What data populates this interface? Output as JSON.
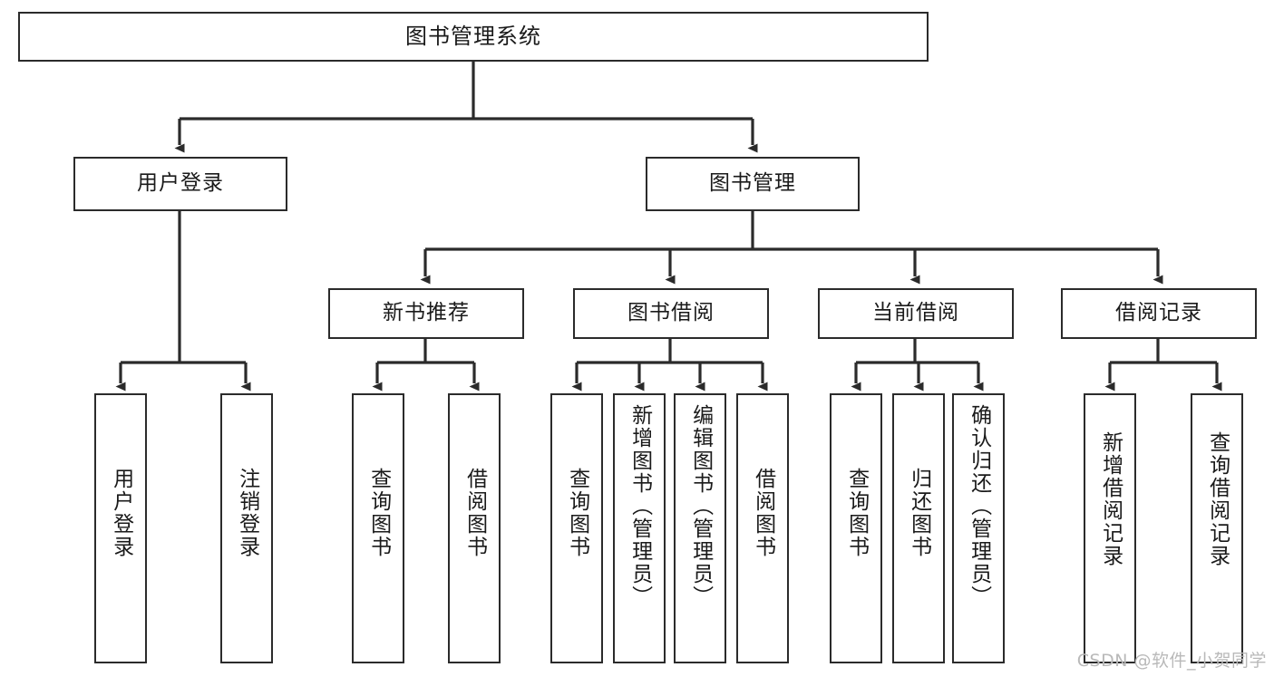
{
  "diagram": {
    "type": "tree-hierarchy-flowchart",
    "title": "图书管理系统",
    "colors": {
      "box_border": "#2b2b2b",
      "box_fill": "#ffffff",
      "connector": "#2b2b2b",
      "text": "#1a1a1a",
      "watermark": "#b9b9b9",
      "background": "#ffffff"
    },
    "levels": {
      "level1": [
        {
          "id": "root",
          "label": "图书管理系统",
          "orientation": "horizontal"
        }
      ],
      "level2": [
        {
          "id": "user-login",
          "label": "用户登录",
          "orientation": "horizontal",
          "parent": "root"
        },
        {
          "id": "book-manage",
          "label": "图书管理",
          "orientation": "horizontal",
          "parent": "root"
        }
      ],
      "level3": [
        {
          "id": "new-book-rec",
          "label": "新书推荐",
          "orientation": "horizontal",
          "parent": "book-manage"
        },
        {
          "id": "book-borrow",
          "label": "图书借阅",
          "orientation": "horizontal",
          "parent": "book-manage"
        },
        {
          "id": "current-borrow",
          "label": "当前借阅",
          "orientation": "horizontal",
          "parent": "book-manage"
        },
        {
          "id": "borrow-record",
          "label": "借阅记录",
          "orientation": "horizontal",
          "parent": "book-manage"
        }
      ],
      "level4": [
        {
          "id": "leaf-user-login",
          "label": "用户登录",
          "orientation": "vertical",
          "parent": "user-login"
        },
        {
          "id": "leaf-logout-login",
          "label": "注销登录",
          "orientation": "vertical",
          "parent": "user-login"
        },
        {
          "id": "leaf-query-book-1",
          "label": "查询图书",
          "orientation": "vertical",
          "parent": "new-book-rec"
        },
        {
          "id": "leaf-borrow-book-1",
          "label": "借阅图书",
          "orientation": "vertical",
          "parent": "new-book-rec"
        },
        {
          "id": "leaf-query-book-2",
          "label": "查询图书",
          "orientation": "vertical",
          "parent": "book-borrow"
        },
        {
          "id": "leaf-add-book",
          "label": "新增图书（管理员）",
          "orientation": "vertical",
          "parent": "book-borrow"
        },
        {
          "id": "leaf-edit-book",
          "label": "编辑图书（管理员）",
          "orientation": "vertical",
          "parent": "book-borrow"
        },
        {
          "id": "leaf-borrow-book-2",
          "label": "借阅图书",
          "orientation": "vertical",
          "parent": "book-borrow"
        },
        {
          "id": "leaf-query-book-3",
          "label": "查询图书",
          "orientation": "vertical",
          "parent": "current-borrow"
        },
        {
          "id": "leaf-return-book",
          "label": "归还图书",
          "orientation": "vertical",
          "parent": "current-borrow"
        },
        {
          "id": "leaf-confirm-return",
          "label": "确认归还（管理员）",
          "orientation": "vertical",
          "parent": "current-borrow"
        },
        {
          "id": "leaf-add-record",
          "label": "新增借阅记录",
          "orientation": "vertical",
          "parent": "borrow-record"
        },
        {
          "id": "leaf-query-record",
          "label": "查询借阅记录",
          "orientation": "vertical",
          "parent": "borrow-record"
        }
      ]
    },
    "watermark": "CSDN @软件_小贺同学"
  }
}
